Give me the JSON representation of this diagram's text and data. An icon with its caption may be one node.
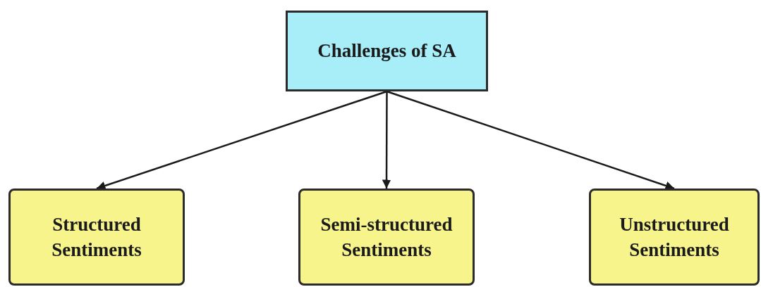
{
  "diagram": {
    "nodes": [
      {
        "text": [
          "Challenges of SA"
        ]
      },
      {
        "text": [
          "Structured Sentiments"
        ]
      },
      {
        "text": [
          "Semi-structured Sentiments"
        ]
      },
      {
        "text": [
          "Unstructured Sentiments"
        ]
      }
    ],
    "edges": [
      {
        "from": 0,
        "to": 1,
        "arrow": "to"
      },
      {
        "from": 0,
        "to": 2,
        "arrow": "to"
      },
      {
        "from": 0,
        "to": 3,
        "arrow": "to"
      }
    ]
  }
}
